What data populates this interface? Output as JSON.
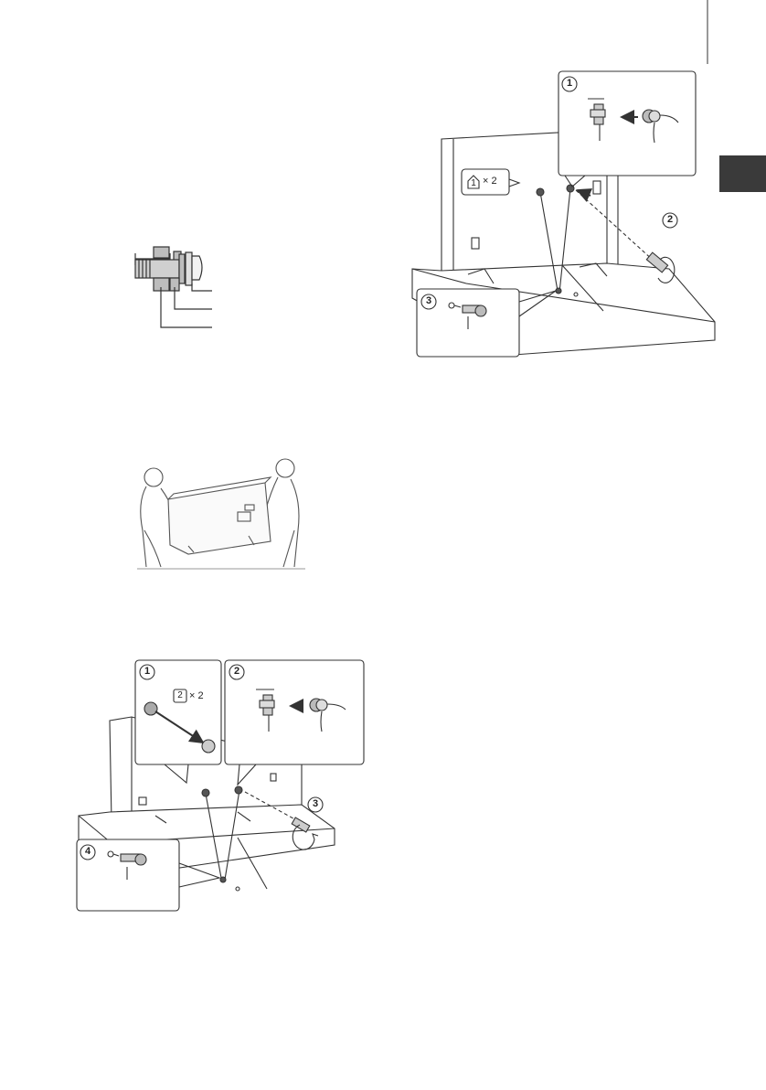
{
  "page": {
    "background_color": "#ffffff",
    "line_color": "#333333",
    "tab_color": "#3a3a3a"
  },
  "screw_detail": {
    "icon": "screw-cross-section-icon"
  },
  "carry_illustration": {
    "icon": "two-people-carrying-tv-icon"
  },
  "lower_diagram": {
    "steps": [
      {
        "number": "1",
        "part_label": "2",
        "quantity": "× 2"
      },
      {
        "number": "2"
      },
      {
        "number": "3"
      },
      {
        "number": "4"
      }
    ]
  },
  "upper_diagram": {
    "steps": [
      {
        "number": "1"
      },
      {
        "number": "2"
      },
      {
        "number": "3"
      }
    ],
    "part_label": "1",
    "quantity": "× 2"
  }
}
